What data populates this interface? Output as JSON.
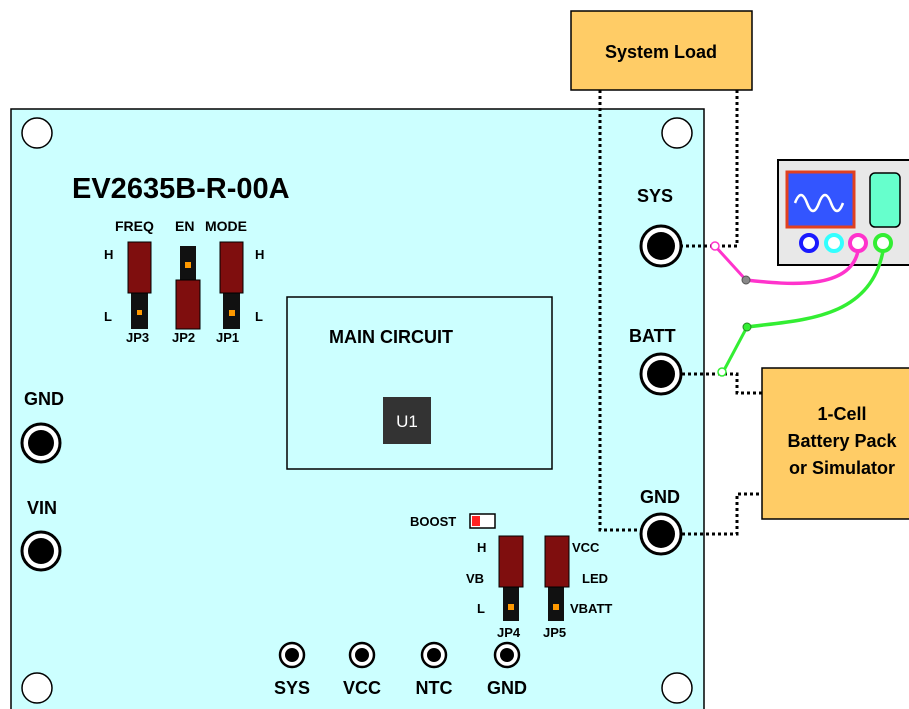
{
  "board": {
    "title": "EV2635B-R-00A",
    "main_circuit_label": "MAIN CIRCUIT",
    "chip_label": "U1",
    "colors": {
      "board": "#ccffff",
      "jumper": "#7f0e0e",
      "box": "#ffcc66",
      "probe_pink": "#ff33cc",
      "probe_green": "#33ee33"
    }
  },
  "jumpers_top": {
    "freq": "FREQ",
    "en": "EN",
    "mode": "MODE",
    "h_left": "H",
    "l_left": "L",
    "h_right": "H",
    "l_right": "L",
    "jp3": "JP3",
    "jp2": "JP2",
    "jp1": "JP1"
  },
  "jumpers_bottom": {
    "boost": "BOOST",
    "h": "H",
    "vb": "VB",
    "l": "L",
    "vcc": "VCC",
    "led": "LED",
    "vbatt": "VBATT",
    "jp4": "JP4",
    "jp5": "JP5"
  },
  "terminals": {
    "left": [
      "GND",
      "VIN"
    ],
    "right": [
      "SYS",
      "BATT",
      "GND"
    ],
    "bottom": [
      "SYS",
      "VCC",
      "NTC",
      "GND"
    ]
  },
  "external": {
    "system_load": "System Load",
    "battery_line1": "1-Cell",
    "battery_line2": "Battery Pack",
    "battery_line3": "or Simulator"
  },
  "meter": {
    "display_icon": "waveform-icon",
    "port_colors": [
      "#1a1aff",
      "#33ffff",
      "#ff33cc",
      "#33ee33"
    ]
  }
}
